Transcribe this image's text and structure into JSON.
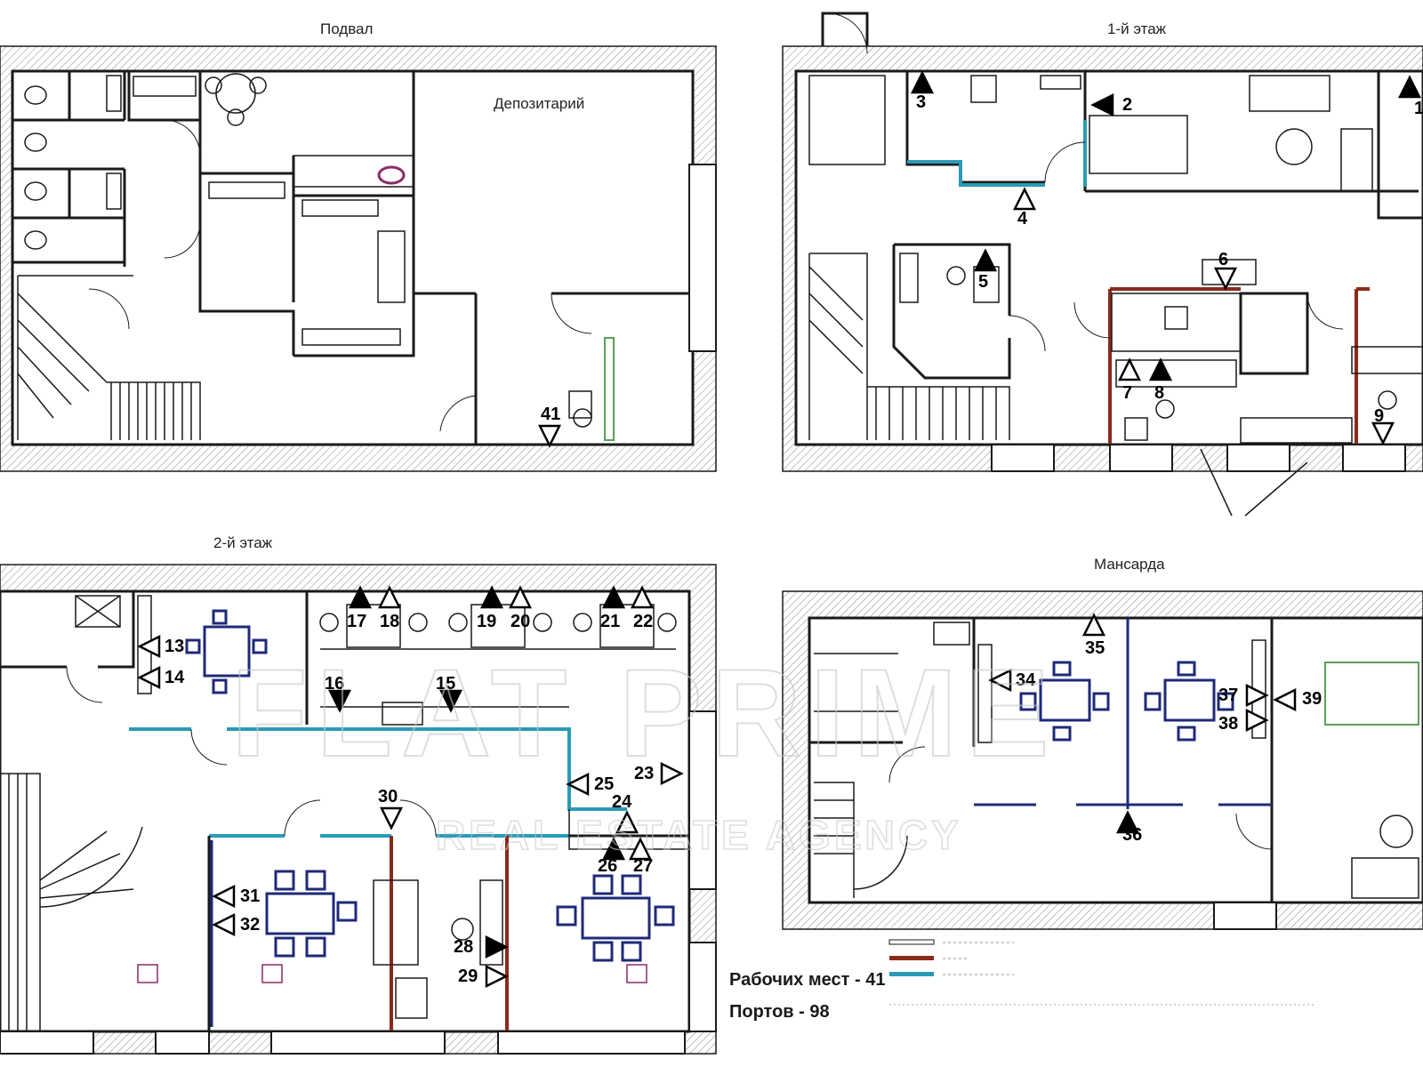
{
  "floors": {
    "basement": "Подвал",
    "first": "1-й этаж",
    "second": "2-й этаж",
    "attic": "Мансарда"
  },
  "rooms": {
    "depository": "Депозитарий"
  },
  "workplaces": [
    {
      "n": "1",
      "filled": true
    },
    {
      "n": "2",
      "filled": true
    },
    {
      "n": "3",
      "filled": true
    },
    {
      "n": "4",
      "filled": false
    },
    {
      "n": "5",
      "filled": true
    },
    {
      "n": "6",
      "filled": false
    },
    {
      "n": "7",
      "filled": false
    },
    {
      "n": "8",
      "filled": true
    },
    {
      "n": "9",
      "filled": false
    },
    {
      "n": "13",
      "filled": false
    },
    {
      "n": "14",
      "filled": false
    },
    {
      "n": "15",
      "filled": true
    },
    {
      "n": "16",
      "filled": true
    },
    {
      "n": "17",
      "filled": true
    },
    {
      "n": "18",
      "filled": false
    },
    {
      "n": "19",
      "filled": true
    },
    {
      "n": "20",
      "filled": false
    },
    {
      "n": "21",
      "filled": true
    },
    {
      "n": "22",
      "filled": false
    },
    {
      "n": "23",
      "filled": false
    },
    {
      "n": "24",
      "filled": false
    },
    {
      "n": "25",
      "filled": false
    },
    {
      "n": "26",
      "filled": true
    },
    {
      "n": "27",
      "filled": false
    },
    {
      "n": "28",
      "filled": true
    },
    {
      "n": "29",
      "filled": false
    },
    {
      "n": "30",
      "filled": false
    },
    {
      "n": "31",
      "filled": false
    },
    {
      "n": "32",
      "filled": false
    },
    {
      "n": "34",
      "filled": false
    },
    {
      "n": "35",
      "filled": false
    },
    {
      "n": "36",
      "filled": true
    },
    {
      "n": "37",
      "filled": false
    },
    {
      "n": "38",
      "filled": false
    },
    {
      "n": "39",
      "filled": false
    },
    {
      "n": "41",
      "filled": false
    }
  ],
  "summary": {
    "workplaces": "Рабочих мест - 41",
    "ports": "Портов - 98"
  },
  "watermark": {
    "brand": "FLAT PRIME",
    "subtitle": "REAL ESTATE AGENCY"
  },
  "colors": {
    "wall": "#1a1a1a",
    "partition_glass": "#2a9bb7",
    "partition_wood": "#8b2a1a",
    "furniture": "#1f2a78"
  }
}
